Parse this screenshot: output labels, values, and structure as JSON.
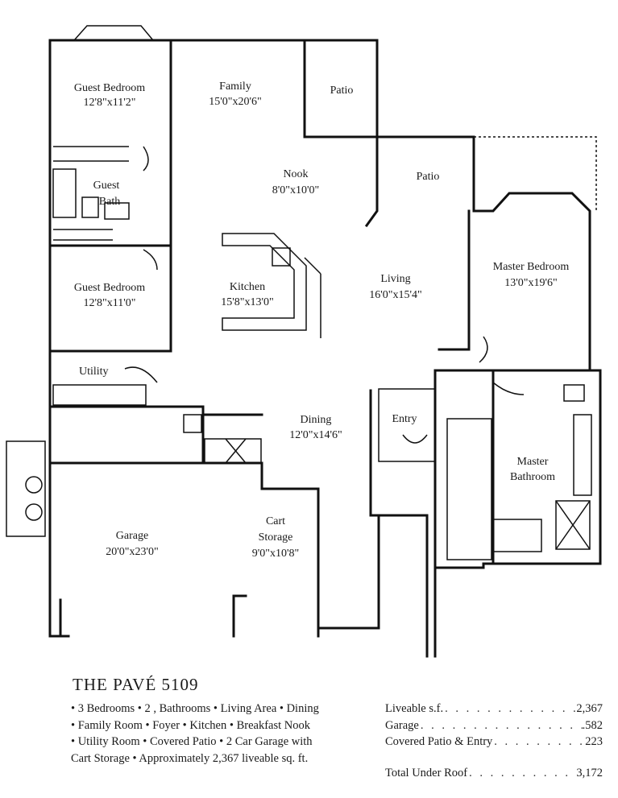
{
  "plan": {
    "rooms": [
      {
        "name": "Guest Bedroom",
        "dims": "12'8\"x11'2\""
      },
      {
        "name": "Family",
        "dims": "15'0\"x20'6\""
      },
      {
        "name": "Patio",
        "dims": ""
      },
      {
        "name": "Nook",
        "dims": "8'0\"x10'0\""
      },
      {
        "name": "Patio",
        "dims": ""
      },
      {
        "name": "Guest",
        "dims": "Bath"
      },
      {
        "name": "Guest Bedroom",
        "dims": "12'8\"x11'0\""
      },
      {
        "name": "Kitchen",
        "dims": "15'8\"x13'0\""
      },
      {
        "name": "Living",
        "dims": "16'0\"x15'4\""
      },
      {
        "name": "Master Bedroom",
        "dims": "13'0\"x19'6\""
      },
      {
        "name": "Utility",
        "dims": ""
      },
      {
        "name": "Dining",
        "dims": "12'0\"x14'6\""
      },
      {
        "name": "Entry",
        "dims": ""
      },
      {
        "name": "Master",
        "dims": "Bathroom"
      },
      {
        "name": "Garage",
        "dims": "20'0\"x23'0\""
      },
      {
        "name": "Cart",
        "dims": "Storage"
      },
      {
        "name": "",
        "dims": "9'0\"x10'8\""
      }
    ]
  },
  "title": "THE PAVÉ 5109",
  "features": [
    "• 3 Bedrooms • 2 ,    Bathrooms • Living Area • Dining",
    "• Family Room • Foyer • Kitchen • Breakfast Nook",
    "• Utility Room • Covered Patio • 2 Car Garage with",
    "Cart Storage • Approximately 2,367 liveable sq. ft."
  ],
  "stats": [
    {
      "label": "Liveable s.f.",
      "value": "2,367"
    },
    {
      "label": "Garage",
      "value": ".582"
    },
    {
      "label": "Covered Patio & Entry",
      "value": "223"
    },
    {
      "label": "Total Under Roof",
      "value": "3,172"
    }
  ]
}
